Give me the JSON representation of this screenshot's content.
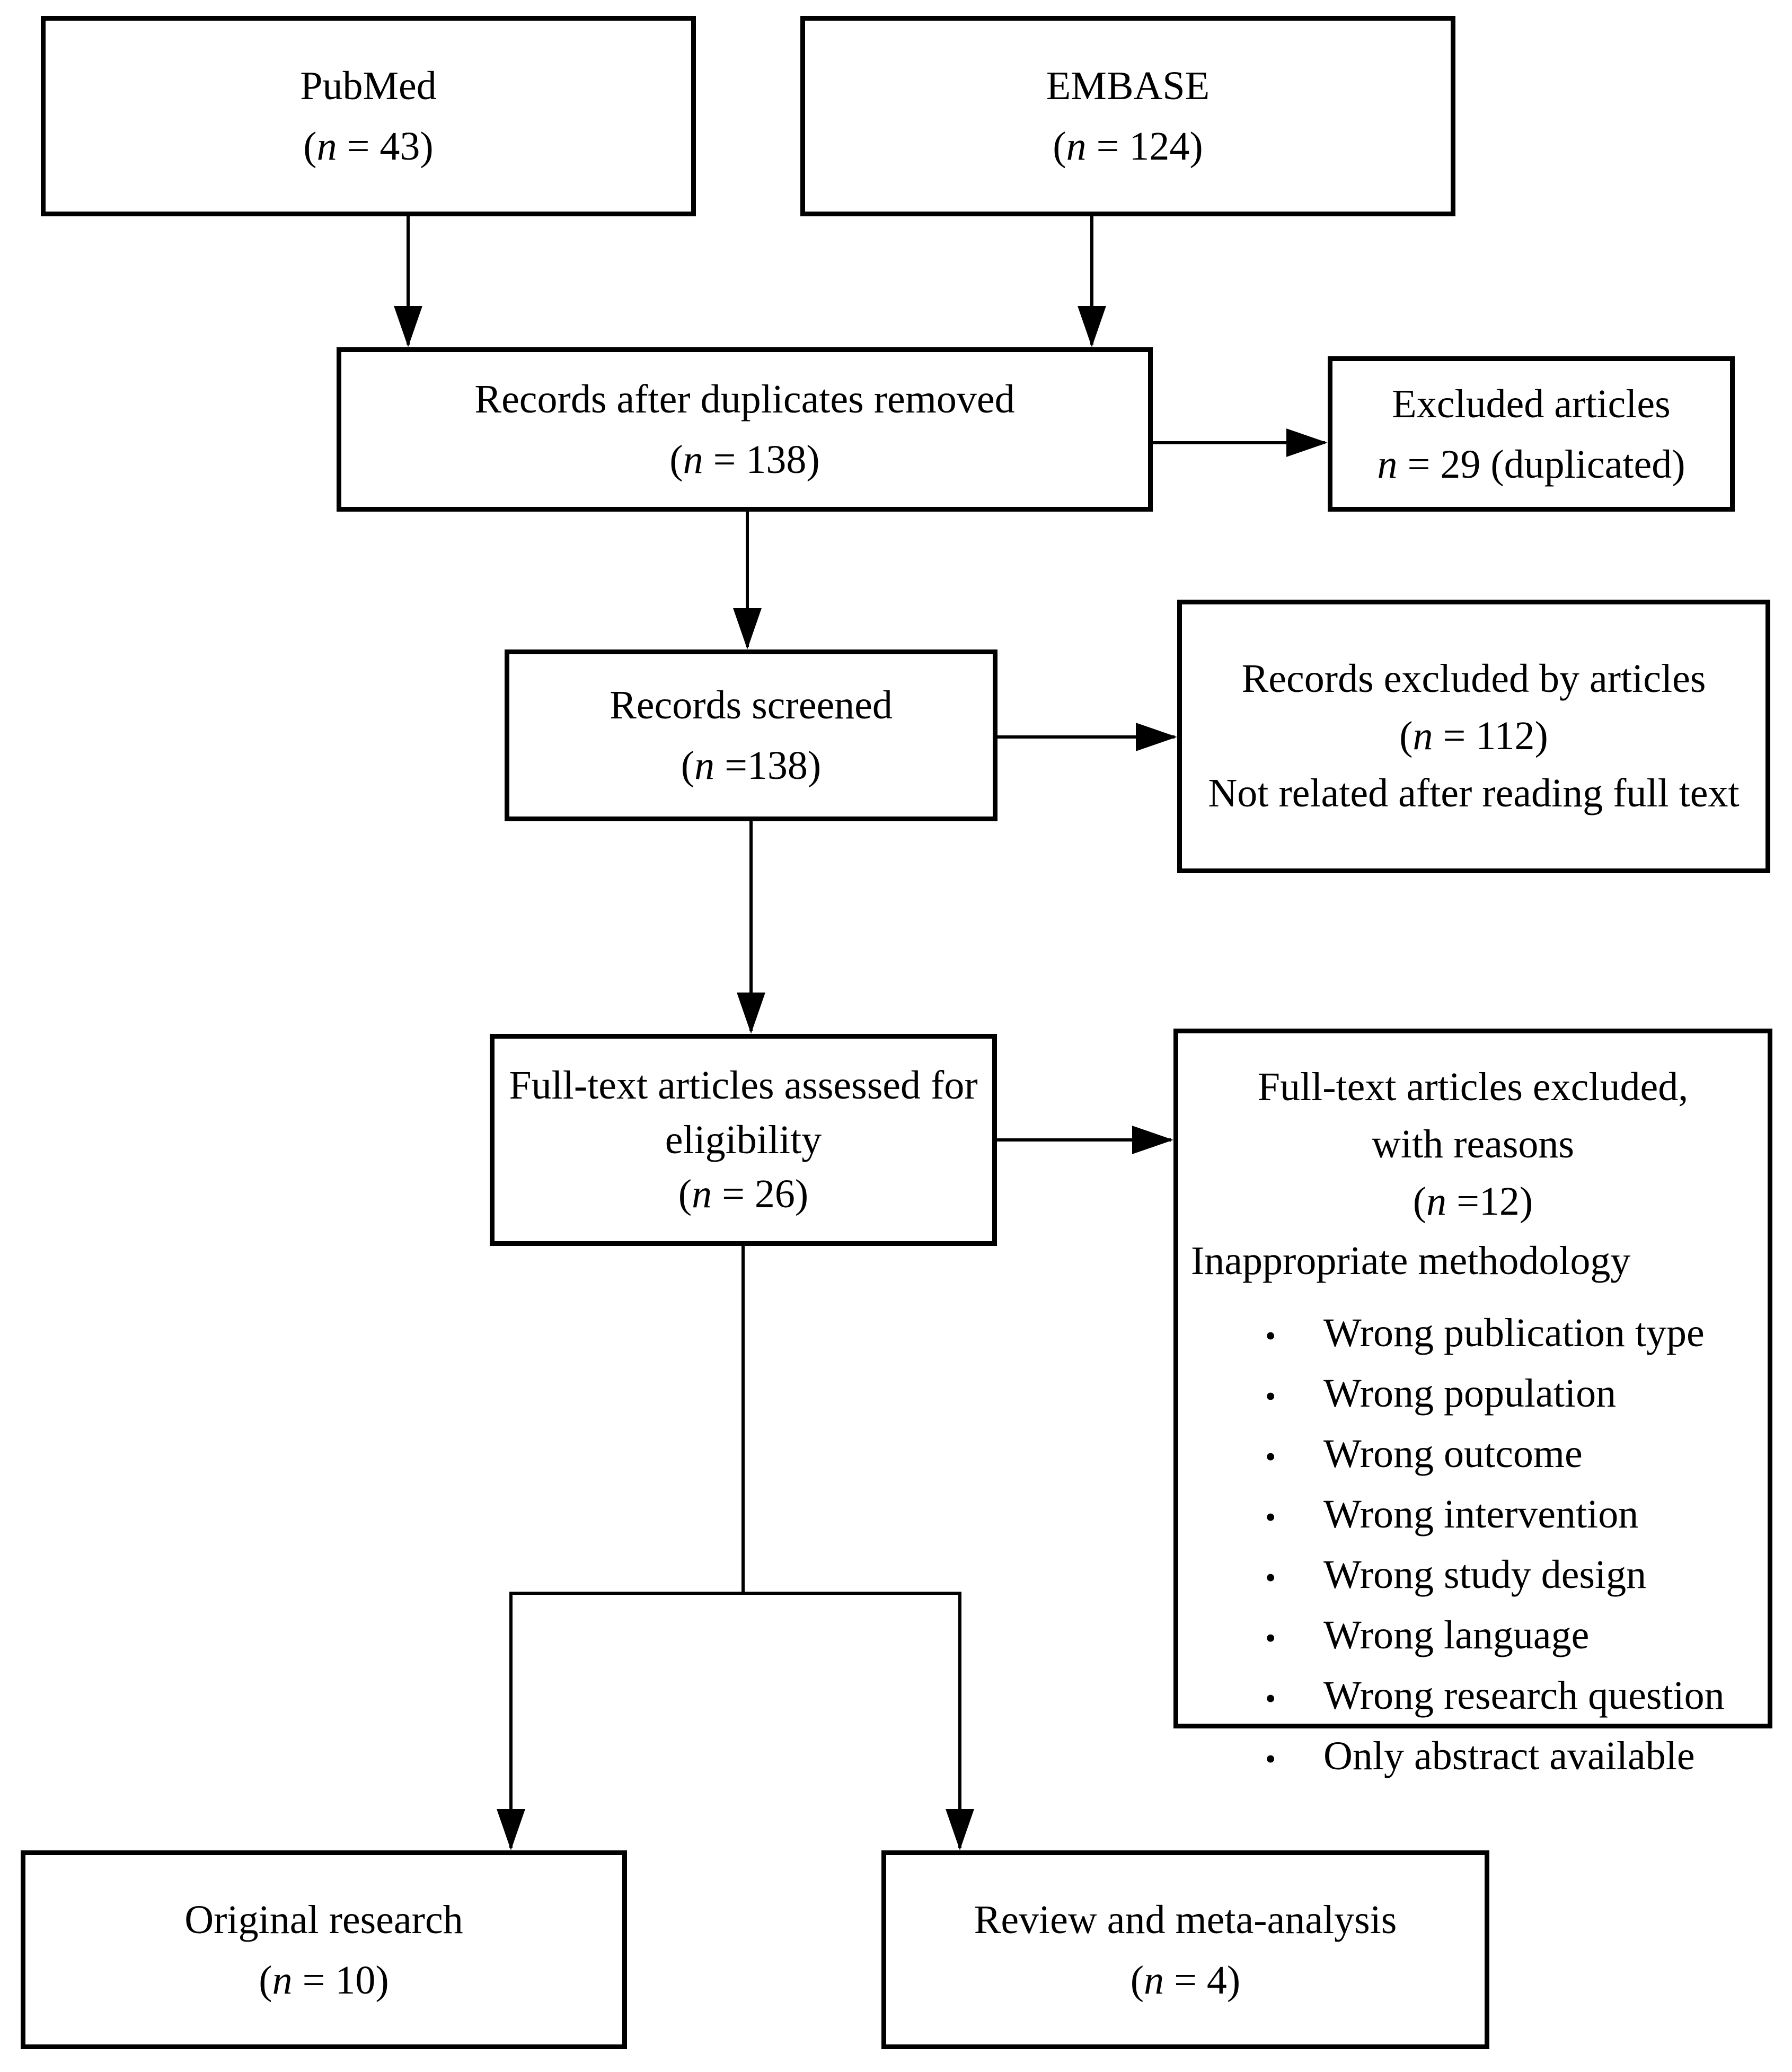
{
  "diagram": {
    "colors": {
      "background": "#ffffff",
      "line": "#000000",
      "text": "#000000"
    },
    "bullet_glyph": "•",
    "boxes": {
      "pubmed": {
        "label": "PubMed",
        "count_open": "(",
        "count_var": "n",
        "count_rest": " = 43)"
      },
      "embase": {
        "label": "EMBASE",
        "count_open": "(",
        "count_var": "n",
        "count_rest": " = 124)"
      },
      "duplicates_removed": {
        "label": "Records after duplicates removed",
        "count_open": "(",
        "count_var": "n",
        "count_rest": " = 138)"
      },
      "excluded_duplicated": {
        "label": "Excluded articles",
        "count_open": "",
        "count_var": "n",
        "count_rest": " = 29 (duplicated)"
      },
      "screened": {
        "label": "Records screened",
        "count_open": "(",
        "count_var": "n",
        "count_rest": " =138)"
      },
      "excluded_screening": {
        "label": "Records excluded by articles",
        "count_open": "(",
        "count_var": "n",
        "count_rest": " = 112)",
        "note": "Not related after reading full text"
      },
      "fulltext_assessed": {
        "label": "Full-text articles assessed for eligibility",
        "count_open": "(",
        "count_var": "n",
        "count_rest": " = 26)"
      },
      "fulltext_excluded": {
        "label_line1": "Full-text articles excluded,",
        "label_line2": "with reasons",
        "count_open": "(",
        "count_var": "n",
        "count_rest": " =12)",
        "subheading": "Inappropriate methodology",
        "reasons": [
          "Wrong publication type",
          "Wrong population",
          "Wrong outcome",
          "Wrong intervention",
          "Wrong study design",
          "Wrong language",
          "Wrong research question",
          "Only abstract available"
        ]
      },
      "original_research": {
        "label": "Original research",
        "count_open": "(",
        "count_var": "n",
        "count_rest": " = 10)"
      },
      "review_meta": {
        "label": "Review and meta-analysis",
        "count_open": "(",
        "count_var": "n",
        "count_rest": " = 4)"
      }
    }
  }
}
